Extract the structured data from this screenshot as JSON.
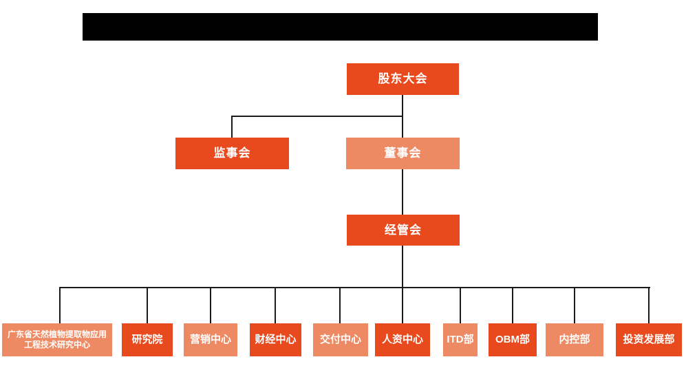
{
  "title_bar": {
    "redacted": true
  },
  "nodes": {
    "shareholders_meeting": {
      "label": "股东大会",
      "variant": "dark"
    },
    "supervisory_board": {
      "label": "监事会",
      "variant": "dark"
    },
    "board_of_directors": {
      "label": "董事会",
      "variant": "light"
    },
    "management_committee": {
      "label": "经管会",
      "variant": "dark"
    },
    "departments": [
      {
        "label": "广东省天然植物提取物应用工程技术研究中心",
        "variant": "light"
      },
      {
        "label": "研究院",
        "variant": "dark"
      },
      {
        "label": "营销中心",
        "variant": "light"
      },
      {
        "label": "财经中心",
        "variant": "dark"
      },
      {
        "label": "交付中心",
        "variant": "light"
      },
      {
        "label": "人资中心",
        "variant": "dark"
      },
      {
        "label": "ITD部",
        "variant": "light"
      },
      {
        "label": "OBM部",
        "variant": "dark"
      },
      {
        "label": "内控部",
        "variant": "light"
      },
      {
        "label": "投资发展部",
        "variant": "dark"
      }
    ]
  },
  "colors": {
    "dark": "#e8491d",
    "light": "#ee8a63",
    "line": "#1a1a1a",
    "redaction": "#000000",
    "text": "#ffffff"
  }
}
